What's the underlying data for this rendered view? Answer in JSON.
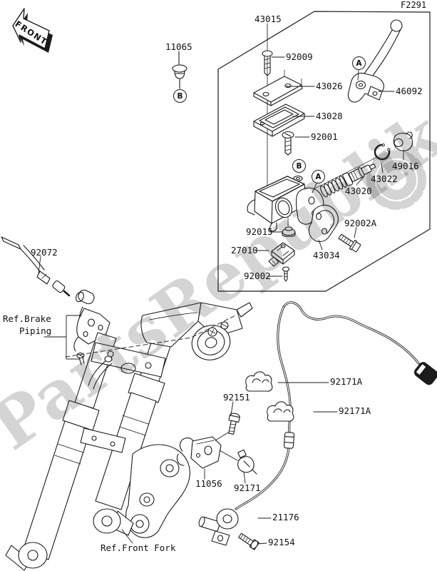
{
  "diagram": {
    "code": "F2291",
    "front_label": "FRONT",
    "watermark": "PartsRepublik"
  },
  "labels": [
    {
      "text": "43015"
    },
    {
      "text": "11065"
    },
    {
      "text": "92009"
    },
    {
      "text": "43026"
    },
    {
      "text": "46092"
    },
    {
      "text": "43028"
    },
    {
      "text": "92001"
    },
    {
      "text": "49016"
    },
    {
      "text": "43022"
    },
    {
      "text": "43020"
    },
    {
      "text": "92002A"
    },
    {
      "text": "92015"
    },
    {
      "text": "27010"
    },
    {
      "text": "43034"
    },
    {
      "text": "92002"
    },
    {
      "text": "92072"
    },
    {
      "text": "92171A"
    },
    {
      "text": "92171A"
    },
    {
      "text": "92151"
    },
    {
      "text": "11056"
    },
    {
      "text": "92171"
    },
    {
      "text": "21176"
    },
    {
      "text": "92154"
    }
  ],
  "ref_labels": [
    {
      "text": "Ref.Brake"
    },
    {
      "text": "Piping"
    },
    {
      "text": "Ref.Front Fork"
    }
  ],
  "callouts": [
    {
      "letter": "B"
    },
    {
      "letter": "A"
    },
    {
      "letter": "B"
    },
    {
      "letter": "A"
    }
  ],
  "colors": {
    "line": "#1b1b1b",
    "background": "#ffffff",
    "watermark": "rgba(40,40,40,0.20)"
  }
}
